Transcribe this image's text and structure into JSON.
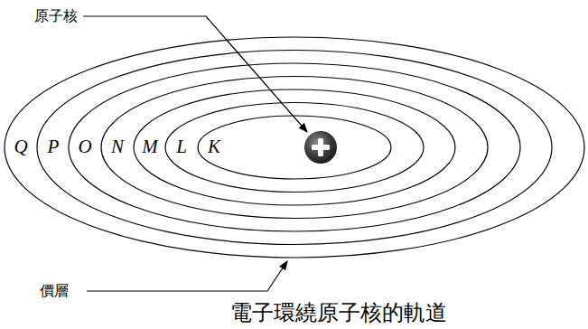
{
  "diagram": {
    "caption": "電子環繞原子核的軌道",
    "labels": [
      "原子核",
      "Q",
      "P",
      "O",
      "N",
      "M",
      "L",
      "K",
      "價層"
    ]
  }
}
